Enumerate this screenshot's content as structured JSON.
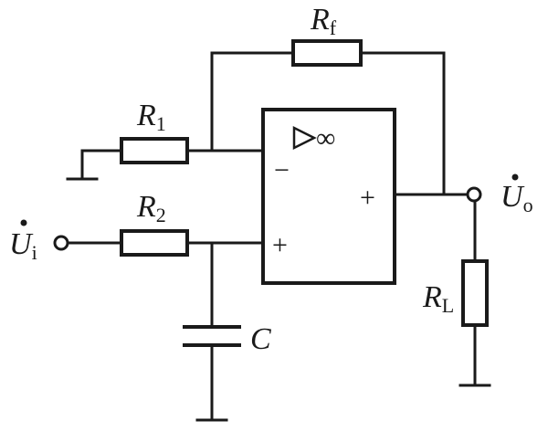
{
  "components": {
    "rf": {
      "symbol": "R",
      "sub": "f"
    },
    "r1": {
      "symbol": "R",
      "sub": "1"
    },
    "r2": {
      "symbol": "R",
      "sub": "2"
    },
    "rl": {
      "symbol": "R",
      "sub": "L"
    },
    "cap": {
      "symbol": "C"
    }
  },
  "terminals": {
    "input": {
      "symbol": "U",
      "sub": "i"
    },
    "output": {
      "symbol": "U",
      "sub": "o"
    }
  },
  "opamp": {
    "gain_symbol": "∞",
    "inverting_sign": "−",
    "noninverting_sign": "+",
    "output_sign": "+"
  }
}
